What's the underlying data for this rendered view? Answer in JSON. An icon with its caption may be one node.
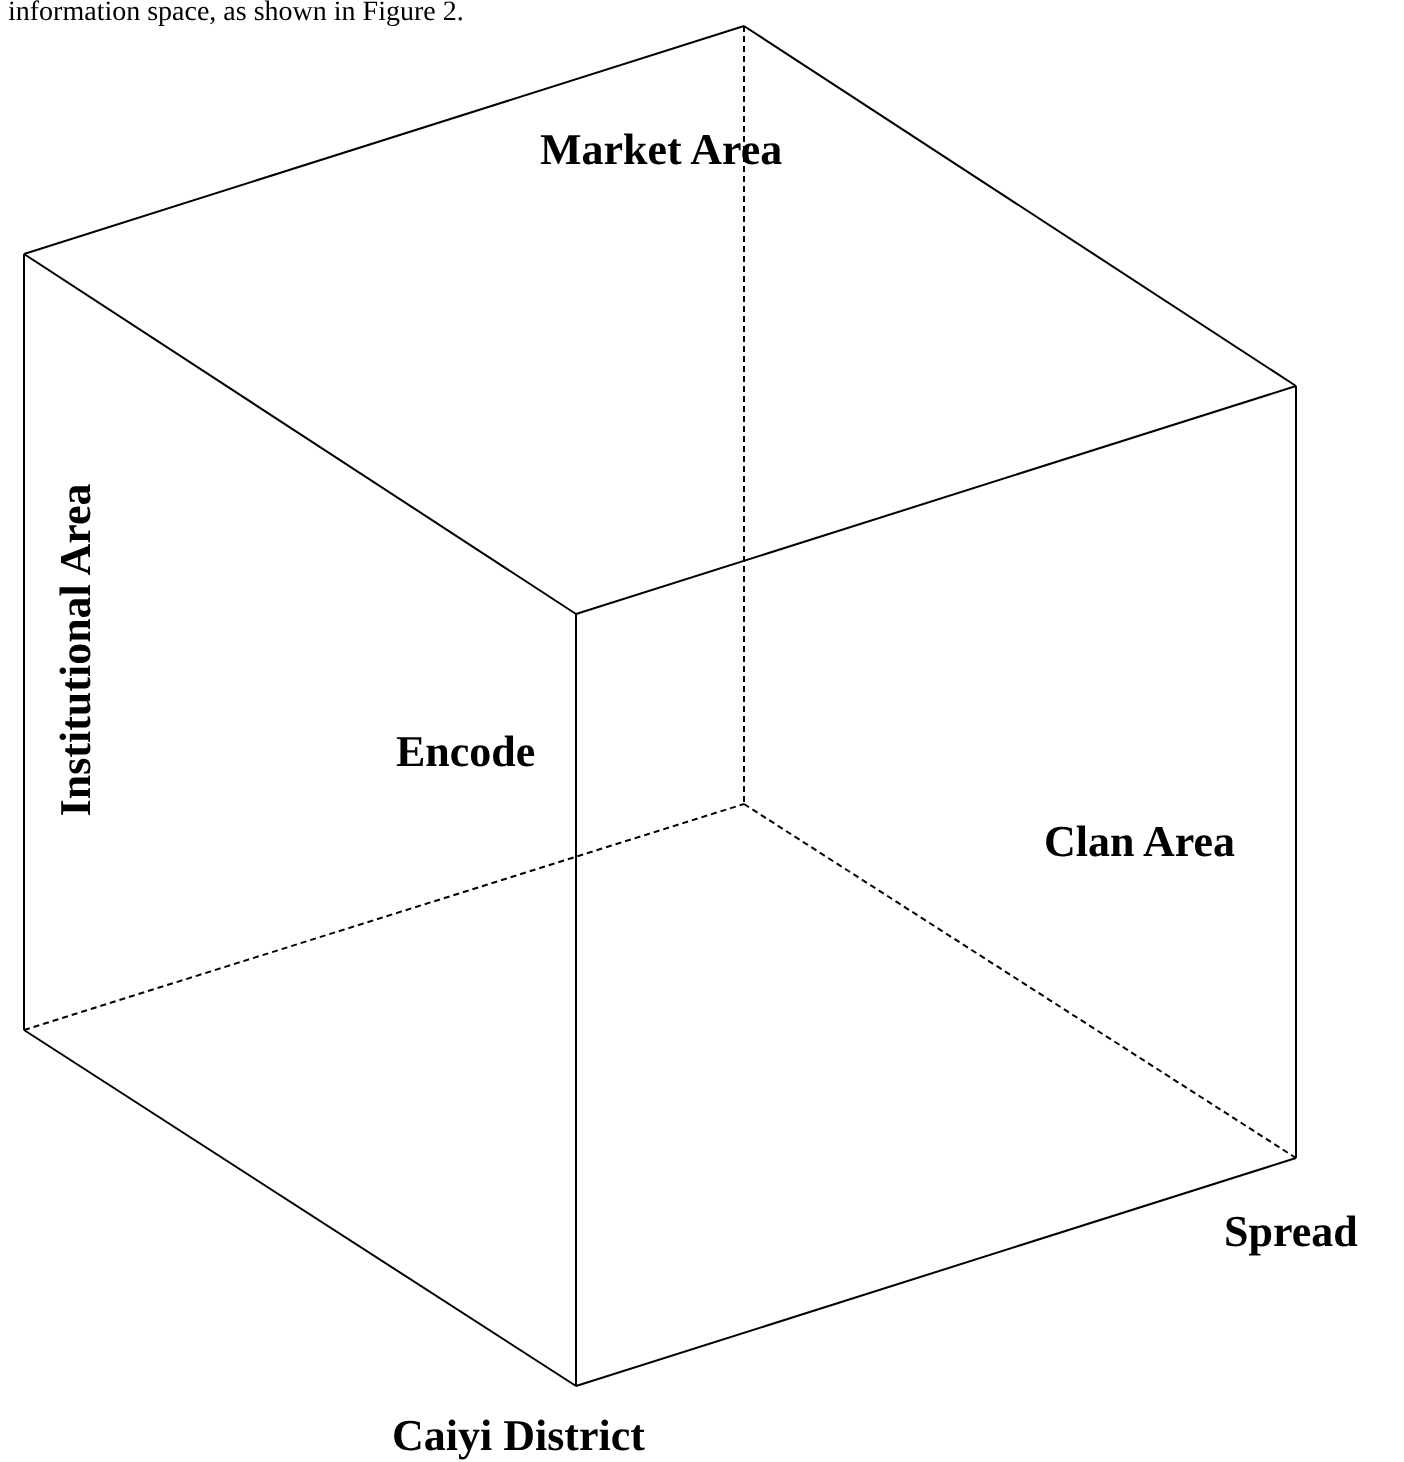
{
  "diagram": {
    "labels": [
      "information space, as shown in Figure 2.",
      "Market Area",
      "Institutional Area",
      "Encode",
      "Clan Area",
      "Spread",
      "Caiyi District"
    ]
  }
}
